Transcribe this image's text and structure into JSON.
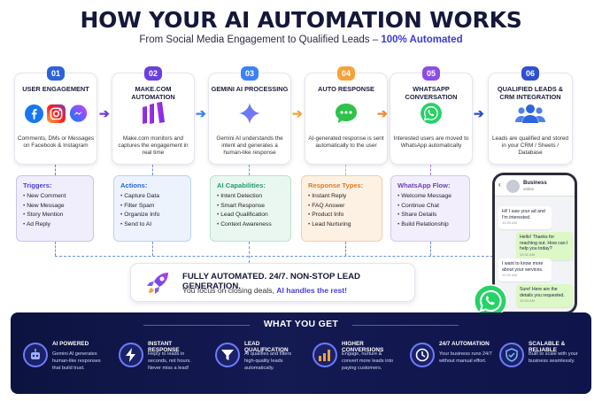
{
  "header": {
    "title": "HOW YOUR AI AUTOMATION WORKS",
    "subtitle": "From Social Media Engagement to Qualified Leads – ",
    "subtitle_accent": "100% Automated"
  },
  "steps": [
    {
      "num": "01",
      "title": "USER ENGAGEMENT",
      "desc": "Comments, DMs or Messages on Facebook & Instagram",
      "color": "#2d62d8",
      "icons": [
        "facebook-icon",
        "instagram-icon",
        "messenger-icon"
      ]
    },
    {
      "num": "02",
      "title": "MAKE.COM AUTOMATION",
      "desc": "Make.com monitors and captures the engagement in real time",
      "color": "#6a3fe0",
      "icons": [
        "make-logo-icon"
      ]
    },
    {
      "num": "03",
      "title": "GEMINI AI PROCESSING",
      "desc": "Gemini AI understands the intent and generates a human-like response",
      "color": "#3b82f6",
      "icons": [
        "gemini-sparkle-icon"
      ]
    },
    {
      "num": "04",
      "title": "AUTO RESPONSE",
      "desc": "AI-generated response is sent automatically to the user",
      "color": "#f4a23b",
      "icons": [
        "chat-bubble-icon"
      ]
    },
    {
      "num": "05",
      "title": "WHATSAPP CONVERSATION",
      "desc": "Interested users are moved to WhatsApp automatically",
      "color": "#8b4de6",
      "icons": [
        "whatsapp-icon"
      ]
    },
    {
      "num": "06",
      "title": "QUALIFIED LEADS & CRM INTEGRATION",
      "desc": "Leads are qualified and stored in your CRM / Sheets / Database",
      "color": "#2e4fd0",
      "icons": [
        "users-icon"
      ]
    }
  ],
  "details": [
    {
      "heading": "Triggers:",
      "items": [
        "New Comment",
        "New Message",
        "Story Mention",
        "Ad Reply"
      ],
      "color": "#4a3fd8",
      "bg": "#f0eefc",
      "border": "#c9c2f2"
    },
    {
      "heading": "Actions:",
      "items": [
        "Capture Data",
        "Filter Spam",
        "Organize Info",
        "Send to AI"
      ],
      "color": "#2d62d8",
      "bg": "#edf3fd",
      "border": "#bcd0f3"
    },
    {
      "heading": "AI Capabilities:",
      "items": [
        "Intent Detection",
        "Smart Response",
        "Lead Qualification",
        "Context Awareness"
      ],
      "color": "#1f9d6a",
      "bg": "#eaf7f1",
      "border": "#b7e3cd"
    },
    {
      "heading": "Response Types:",
      "items": [
        "Instant Reply",
        "FAQ Answer",
        "Product Info",
        "Lead Nurturing"
      ],
      "color": "#e07a1f",
      "bg": "#fdf1e4",
      "border": "#f3cfa5"
    },
    {
      "heading": "WhatsApp Flow:",
      "items": [
        "Welcome Message",
        "Continue Chat",
        "Share Details",
        "Build Relationship"
      ],
      "color": "#6a3fb8",
      "bg": "#f3eefb",
      "border": "#d6c7ef"
    }
  ],
  "banner": {
    "line1": "FULLY AUTOMATED. 24/7. NON-STOP LEAD GENERATION.",
    "line2": "You focus on closing deals, ",
    "line2_highlight": "AI handles the rest!",
    "icon": "rocket-icon"
  },
  "phone": {
    "contact": "Business",
    "status": "online",
    "messages": [
      {
        "text": "Hi! I saw your ad and I'm interested.",
        "time": "10:30 AM",
        "side": "left"
      },
      {
        "text": "Hello! Thanks for reaching out. How can I help you today?",
        "time": "10:31 AM",
        "side": "right"
      },
      {
        "text": "I want to know more about your services.",
        "time": "10:32 AM",
        "side": "left"
      },
      {
        "text": "Sure! Here are the details you requested.",
        "time": "10:33 AM",
        "side": "right"
      }
    ]
  },
  "benefits": {
    "heading": "WHAT YOU GET",
    "items": [
      {
        "title": "AI POWERED",
        "desc": "Gemini AI generates human-like responses that build trust.",
        "icon": "robot-icon"
      },
      {
        "title": "INSTANT RESPONSE",
        "desc": "Reply to leads in seconds, not hours. Never miss a lead!",
        "icon": "lightning-icon"
      },
      {
        "title": "LEAD QUALIFICATION",
        "desc": "AI qualifies and filters high-quality leads automatically.",
        "icon": "funnel-icon"
      },
      {
        "title": "HIGHER CONVERSIONS",
        "desc": "Engage, nurture & convert more leads into paying customers.",
        "icon": "bar-chart-icon"
      },
      {
        "title": "24/7 AUTOMATION",
        "desc": "Your business runs 24/7 without manual effort.",
        "icon": "clock-icon"
      },
      {
        "title": "SCALABLE & RELIABLE",
        "desc": "Built to scale with your business seamlessly.",
        "icon": "shield-icon"
      }
    ]
  }
}
